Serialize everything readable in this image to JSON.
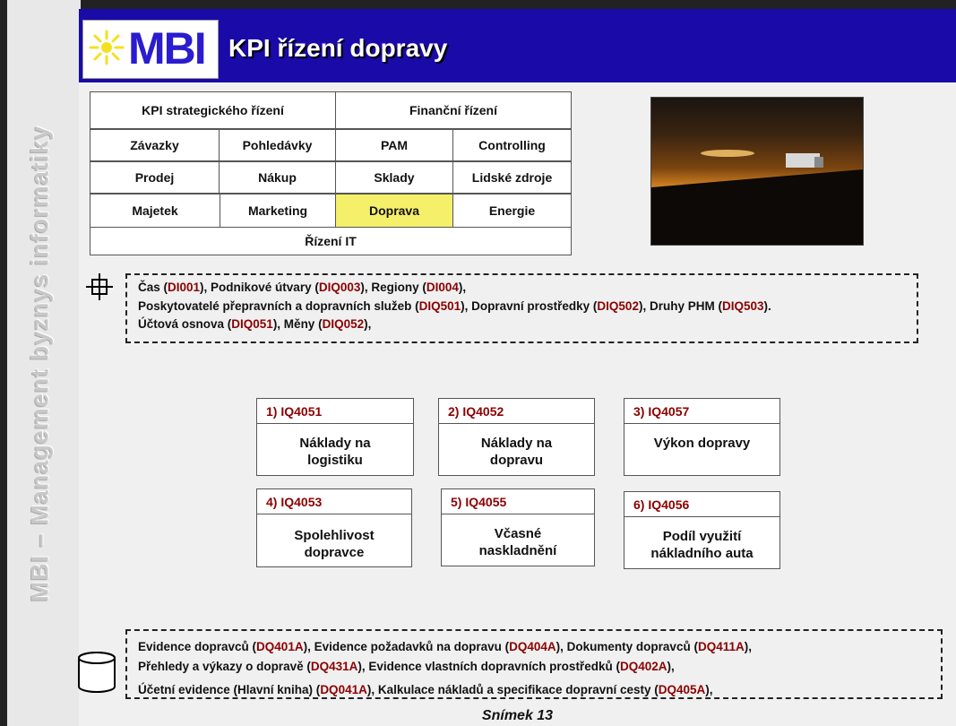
{
  "sidebar": {
    "text": "MBI – Management byznys informatiky"
  },
  "header": {
    "logo": "MBI",
    "title": "KPI řízení dopravy"
  },
  "grid": {
    "strategic": "KPI strategického řízení",
    "financial": "Finanční řízení",
    "cells": [
      "Závazky",
      "Pohledávky",
      "PAM",
      "Controlling",
      "Prodej",
      "Nákup",
      "Sklady",
      "Lidské zdroje",
      "Majetek",
      "Marketing",
      "Doprava",
      "Energie"
    ],
    "it": "Řízení IT",
    "highlight_color": "#f5f06a"
  },
  "dimensions": {
    "l1a": "Čas (",
    "l1a_c": "DI001",
    "l1b": "),        Podnikové útvary (",
    "l1b_c": "DIQ003",
    "l1c": "),   Regiony (",
    "l1c_c": "DI004",
    "l1d": "),",
    "l2a": "Poskytovatelé přepravních a dopravních služeb (",
    "l2a_c": "DIQ501",
    "l2b": "), Dopravní prostředky (",
    "l2b_c": "DIQ502",
    "l2c": "), Druhy PHM (",
    "l2c_c": "DIQ503",
    "l2d": ").",
    "l3a": "Účtová osnova (",
    "l3a_c": "DIQ051",
    "l3b": "), Měny (",
    "l3b_c": "DIQ052",
    "l3c": "),"
  },
  "kpis": [
    {
      "code": "1) IQ4051",
      "name": "Náklady na logistiku"
    },
    {
      "code": "2) IQ4052",
      "name": "Náklady na dopravu"
    },
    {
      "code": "3) IQ4057",
      "name": "Výkon dopravy"
    },
    {
      "code": "4) IQ4053",
      "name": "Spolehlivost dopravce"
    },
    {
      "code": "5) IQ4055",
      "name": "Včasné naskladnění"
    },
    {
      "code": "6) IQ4056",
      "name": "Podíl využití nákladního auta"
    }
  ],
  "sources": {
    "l1a": "Evidence dopravců (",
    "l1a_c": "DQ401A",
    "l1b": "), Evidence požadavků na dopravu (",
    "l1b_c": "DQ404A",
    "l1c": "), Dokumenty dopravců (",
    "l1c_c": "DQ411A",
    "l1d": "),",
    "l2a": "Přehledy a výkazy o dopravě (",
    "l2a_c": "DQ431A",
    "l2b": "), Evidence vlastních dopravních prostředků (",
    "l2b_c": "DQ402A",
    "l2c": "),",
    "l3a": "Účetní evidence (Hlavní kniha) (",
    "l3a_c": "DQ041A",
    "l3b": "),   Kalkulace nákladů a specifikace dopravní cesty (",
    "l3b_c": "DQ405A",
    "l3c": "),"
  },
  "footer": {
    "slide": "Snímek  13"
  }
}
